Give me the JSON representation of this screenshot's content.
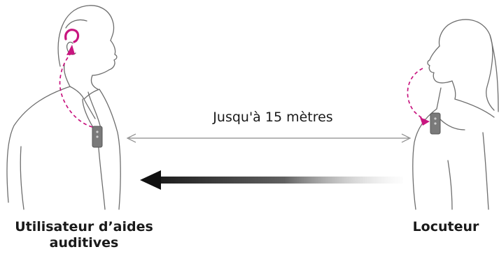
{
  "labels": {
    "distance": "Jusqu'à 15 mètres",
    "user_line1": "Utilisateur d’aides",
    "user_line2": "auditives",
    "speaker": "Locuteur"
  },
  "colors": {
    "outline": "#6e6e6e",
    "accent": "#c8157f",
    "arrow": "#111111",
    "device": "#7a7a7a",
    "text": "#1a1a1a"
  },
  "icons": {
    "distance_arrow": "double-headed-arrow",
    "direction_arrow": "left-arrow-gradient"
  }
}
